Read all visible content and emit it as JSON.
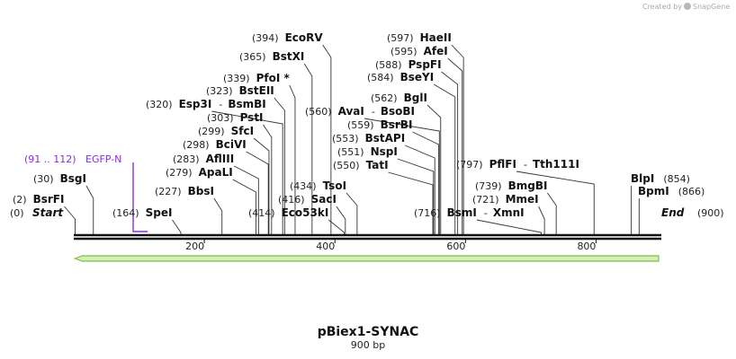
{
  "credit": {
    "prefix": "Created by",
    "brand": "SnapGene"
  },
  "plasmid": {
    "name": "pBiex1-SYNAC",
    "size_label": "900 bp",
    "length": 900
  },
  "ends": [
    {
      "id": "start",
      "pos": 0,
      "pos_label": "(0)",
      "label": "Start",
      "label_first": false
    },
    {
      "id": "end",
      "pos": 900,
      "pos_label": "(900)",
      "label": "End",
      "label_first": true
    }
  ],
  "axis_ticks": [
    {
      "value": 200,
      "label": "200"
    },
    {
      "value": 400,
      "label": "400"
    },
    {
      "value": 600,
      "label": "600"
    },
    {
      "value": 800,
      "label": "800"
    }
  ],
  "sites": [
    {
      "id": "bsrfi",
      "pos": 2,
      "pos_label": "(2)",
      "name": "BsrFI"
    },
    {
      "id": "bsgi",
      "pos": 30,
      "pos_label": "(30)",
      "name": "BsgI"
    },
    {
      "id": "spei",
      "pos": 164,
      "pos_label": "(164)",
      "name": "SpeI"
    },
    {
      "id": "bbsi",
      "pos": 227,
      "pos_label": "(227)",
      "name": "BbsI"
    },
    {
      "id": "apali",
      "pos": 279,
      "pos_label": "(279)",
      "name": "ApaLI"
    },
    {
      "id": "afliii",
      "pos": 283,
      "pos_label": "(283)",
      "name": "AflIII"
    },
    {
      "id": "bcivi",
      "pos": 298,
      "pos_label": "(298)",
      "name": "BciVI"
    },
    {
      "id": "sfci",
      "pos": 299,
      "pos_label": "(299)",
      "name": "SfcI"
    },
    {
      "id": "psti",
      "pos": 303,
      "pos_label": "(303)",
      "name": "PstI"
    },
    {
      "id": "esp3i",
      "pos": 320,
      "pos_label": "(320)",
      "name": "Esp3I",
      "name2": "BsmBI"
    },
    {
      "id": "bsteii",
      "pos": 323,
      "pos_label": "(323)",
      "name": "BstEII"
    },
    {
      "id": "pfoi",
      "pos": 339,
      "pos_label": "(339)",
      "name": "PfoI *"
    },
    {
      "id": "bstxi",
      "pos": 365,
      "pos_label": "(365)",
      "name": "BstXI"
    },
    {
      "id": "ecorv",
      "pos": 394,
      "pos_label": "(394)",
      "name": "EcoRV"
    },
    {
      "id": "eco53ki",
      "pos": 414,
      "pos_label": "(414)",
      "name": "Eco53kI"
    },
    {
      "id": "saci",
      "pos": 416,
      "pos_label": "(416)",
      "name": "SacI"
    },
    {
      "id": "tsoi",
      "pos": 434,
      "pos_label": "(434)",
      "name": "TsoI"
    },
    {
      "id": "tati",
      "pos": 550,
      "pos_label": "(550)",
      "name": "TatI"
    },
    {
      "id": "nspi",
      "pos": 551,
      "pos_label": "(551)",
      "name": "NspI"
    },
    {
      "id": "bstapi",
      "pos": 553,
      "pos_label": "(553)",
      "name": "BstAPI"
    },
    {
      "id": "bsrbi",
      "pos": 559,
      "pos_label": "(559)",
      "name": "BsrBI"
    },
    {
      "id": "avai",
      "pos": 560,
      "pos_label": "(560)",
      "name": "AvaI",
      "name2": "BsoBI"
    },
    {
      "id": "bgli",
      "pos": 562,
      "pos_label": "(562)",
      "name": "BglI"
    },
    {
      "id": "bseyi",
      "pos": 584,
      "pos_label": "(584)",
      "name": "BseYI"
    },
    {
      "id": "pspfi",
      "pos": 588,
      "pos_label": "(588)",
      "name": "PspFI"
    },
    {
      "id": "afei",
      "pos": 595,
      "pos_label": "(595)",
      "name": "AfeI"
    },
    {
      "id": "haeii",
      "pos": 597,
      "pos_label": "(597)",
      "name": "HaeII"
    },
    {
      "id": "bsmi",
      "pos": 716,
      "pos_label": "(716)",
      "name": "BsmI",
      "name2": "XmnI"
    },
    {
      "id": "mmei",
      "pos": 721,
      "pos_label": "(721)",
      "name": "MmeI"
    },
    {
      "id": "bmgbi",
      "pos": 739,
      "pos_label": "(739)",
      "name": "BmgBI"
    },
    {
      "id": "pflfi",
      "pos": 797,
      "pos_label": "(797)",
      "name": "PflFI",
      "name2": "Tth111I"
    },
    {
      "id": "bpmi",
      "pos": 866,
      "pos_label": "(866)",
      "name": "BpmI"
    },
    {
      "id": "blpi",
      "pos": 854,
      "pos_label": "(854)",
      "name": "BlpI"
    }
  ],
  "features": [
    {
      "id": "egfp-n",
      "start": 91,
      "end": 112,
      "range_label": "(91 .. 112)",
      "name": "EGFP-N",
      "color": "#8a2be2"
    }
  ],
  "orf": {
    "start": 2,
    "end": 900,
    "direction": "reverse",
    "color": "#7ac143",
    "fill": "#d8eeb8"
  },
  "colors": {
    "backbone": "#111111",
    "site_line": "#333333",
    "feature": "#8a2be2"
  }
}
